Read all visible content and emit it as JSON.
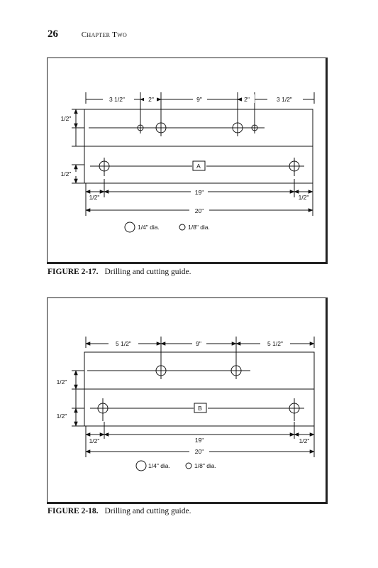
{
  "header": {
    "page_number": "26",
    "chapter": "Chapter Two"
  },
  "figures": [
    {
      "caption_label": "FIGURE 2-17.",
      "caption_text": "Drilling and cutting guide.",
      "top_dims": [
        "3 1/2\"",
        "2\"",
        "9\"",
        "2\"",
        "3 1/2\""
      ],
      "side_dims": [
        "1/2\"",
        "1/2\""
      ],
      "bottom_dims": {
        "left": "1/2\"",
        "middle": "19\"",
        "right": "1/2\"",
        "overall": "20\""
      },
      "part_label": "A",
      "legend": {
        "large": "1/4\" dia.",
        "small": "1/8\" dia."
      }
    },
    {
      "caption_label": "FIGURE 2-18.",
      "caption_text": "Drilling and cutting guide.",
      "top_dims": [
        "5 1/2\"",
        "9\"",
        "5 1/2\""
      ],
      "side_dims": [
        "1/2\"",
        "1/2\""
      ],
      "bottom_dims": {
        "left": "1/2\"",
        "middle": "19\"",
        "right": "1/2\"",
        "overall": "20\""
      },
      "part_label": "B",
      "legend": {
        "large": "1/4\" dia.",
        "small": "1/8\" dia."
      }
    }
  ]
}
